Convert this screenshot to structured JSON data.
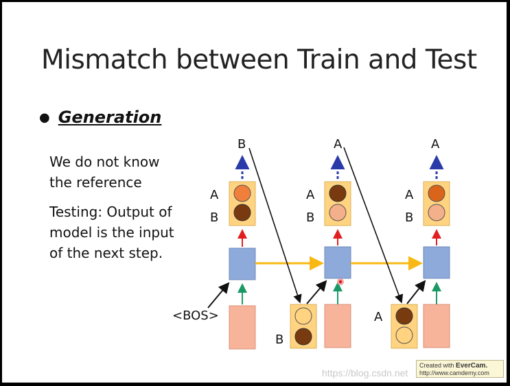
{
  "slide": {
    "title": "Mismatch between Train and Test",
    "bullet": "Generation",
    "paragraph1": "We do not know\nthe reference",
    "paragraph2": "Testing: Output of\nmodel is the input\nof the next step."
  },
  "diagram": {
    "bos_label": "<BOS>",
    "steps": [
      {
        "output": "B",
        "dist_labels": [
          "A",
          "B"
        ]
      },
      {
        "output": "A",
        "dist_labels": [
          "A",
          "B"
        ]
      },
      {
        "output": "A",
        "dist_labels": [
          "A",
          "B"
        ]
      }
    ],
    "input_tokens": [
      {
        "label": "B"
      },
      {
        "label": "A"
      }
    ],
    "colors": {
      "rnn_cell": "#8eaadb",
      "input_box": "#f7b49b",
      "dist_box": "#ffd37f",
      "recurrent_arrow": "#f9b814",
      "up_arrow_red": "#e02020",
      "up_arrow_green": "#1a9966",
      "dashed_arrow": "#2a3aa8",
      "circle_dark": "#7a3a0f",
      "circle_orange": "#f07f3c",
      "circle_light": "#f4b08a"
    }
  },
  "footer": {
    "watermark": "https://blog.csdn.net",
    "evercam_line1": "Created with",
    "evercam_brand": "EverCam.",
    "evercam_line2": "http://www.camdemy.com"
  }
}
